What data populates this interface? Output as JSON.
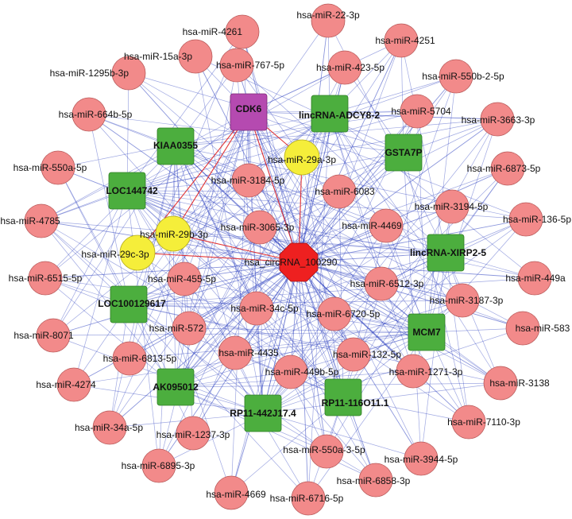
{
  "network": {
    "hub": {
      "label": "hsa_circRNA_100290",
      "color": "#ee2020",
      "kind": "circRNA"
    },
    "colors": {
      "mirna_fill": "#f28a8a",
      "mirna_stroke": "#b85a5a",
      "gene_fill": "#4cae3e",
      "gene_stroke": "#2e7d24",
      "highlight_gene_fill": "#b54ab0",
      "highlight_mirna_fill": "#f5ee3a",
      "edge_blue": "#2b3fbf",
      "edge_red": "#e02020"
    },
    "genes": [
      {
        "id": "g_cdk6",
        "label": "CDK6",
        "highlight": true
      },
      {
        "id": "g_adcy8",
        "label": "lincRNA-ADCY8-2"
      },
      {
        "id": "g_kiaa",
        "label": "KIAA0355"
      },
      {
        "id": "g_gsta7p",
        "label": "GSTA7P"
      },
      {
        "id": "g_loc144742",
        "label": "LOC144742"
      },
      {
        "id": "g_xirp2",
        "label": "lincRNA-XIRP2-5"
      },
      {
        "id": "g_loc100129617",
        "label": "LOC100129617"
      },
      {
        "id": "g_mcm7",
        "label": "MCM7"
      },
      {
        "id": "g_ak095012",
        "label": "AK095012"
      },
      {
        "id": "g_rp11_442",
        "label": "RP11-442J17.4"
      },
      {
        "id": "g_rp11_116",
        "label": "RP11-116O11.1"
      }
    ],
    "highlight_mirnas": [
      {
        "id": "y_29a",
        "label": "hsa-miR-29a-3p"
      },
      {
        "id": "y_29b",
        "label": "hsa-miR-29b-3p"
      },
      {
        "id": "y_29c",
        "label": "hsa-miR-29c-3p"
      }
    ],
    "mirnas": [
      {
        "id": "m4261",
        "label": "hsa-miR-4261"
      },
      {
        "id": "m22",
        "label": "hsa-miR-22-3p"
      },
      {
        "id": "m15a",
        "label": "hsa-miR-15a-3p"
      },
      {
        "id": "m4251",
        "label": "hsa-miR-4251"
      },
      {
        "id": "m1295b",
        "label": "hsa-miR-1295b-3p"
      },
      {
        "id": "m767",
        "label": "hsa-miR-767-5p"
      },
      {
        "id": "m423",
        "label": "hsa-miR-423-5p"
      },
      {
        "id": "m550b2",
        "label": "hsa-miR-550b-2-5p"
      },
      {
        "id": "m664b",
        "label": "hsa-miR-664b-5p"
      },
      {
        "id": "m5704",
        "label": "hsa-miR-5704"
      },
      {
        "id": "m3663",
        "label": "hsa-miR-3663-3p"
      },
      {
        "id": "m550a5",
        "label": "hsa-miR-550a-5p"
      },
      {
        "id": "m6873",
        "label": "hsa-miR-6873-5p"
      },
      {
        "id": "m3184",
        "label": "hsa-miR-3184-5p"
      },
      {
        "id": "m6083",
        "label": "hsa-miR-6083"
      },
      {
        "id": "m4785",
        "label": "hsa-miR-4785"
      },
      {
        "id": "m3194",
        "label": "hsa-miR-3194-5p"
      },
      {
        "id": "m136",
        "label": "hsa-miR-136-5p"
      },
      {
        "id": "m3065",
        "label": "hsa-miR-3065-3p"
      },
      {
        "id": "m4469",
        "label": "hsa-miR-4469"
      },
      {
        "id": "m6515",
        "label": "hsa-miR-6515-5p"
      },
      {
        "id": "m455",
        "label": "hsa-miR-455-5p"
      },
      {
        "id": "m449a",
        "label": "hsa-miR-449a"
      },
      {
        "id": "m6512",
        "label": "hsa-miR-6512-3p"
      },
      {
        "id": "m34c",
        "label": "hsa-miR-34c-5p"
      },
      {
        "id": "m3187",
        "label": "hsa-miR-3187-3p"
      },
      {
        "id": "m8071",
        "label": "hsa-miR-8071"
      },
      {
        "id": "m572",
        "label": "hsa-miR-572"
      },
      {
        "id": "m6720",
        "label": "hsa-miR-6720-5p"
      },
      {
        "id": "m583",
        "label": "hsa-miR-583"
      },
      {
        "id": "m4435",
        "label": "hsa-miR-4435"
      },
      {
        "id": "m6813",
        "label": "hsa-miR-6813-5p"
      },
      {
        "id": "m132",
        "label": "hsa-miR-132-5p"
      },
      {
        "id": "m4274",
        "label": "hsa-miR-4274"
      },
      {
        "id": "m449b",
        "label": "hsa-miR-449b-5p"
      },
      {
        "id": "m1271",
        "label": "hsa-miR-1271-3p"
      },
      {
        "id": "m3138",
        "label": "hsa-miR-3138"
      },
      {
        "id": "m7110",
        "label": "hsa-miR-7110-3p"
      },
      {
        "id": "m34a",
        "label": "hsa-miR-34a-5p"
      },
      {
        "id": "m1237",
        "label": "hsa-miR-1237-3p"
      },
      {
        "id": "m550a3",
        "label": "hsa-miR-550a-3-5p"
      },
      {
        "id": "m3944",
        "label": "hsa-miR-3944-5p"
      },
      {
        "id": "m6895",
        "label": "hsa-miR-6895-3p"
      },
      {
        "id": "m6858",
        "label": "hsa-miR-6858-3p"
      },
      {
        "id": "m4669",
        "label": "hsa-miR-4669"
      },
      {
        "id": "m6716",
        "label": "hsa-miR-6716-5p"
      }
    ],
    "red_edges": [
      [
        "g_cdk6",
        "y_29a"
      ],
      [
        "g_cdk6",
        "y_29b"
      ],
      [
        "g_cdk6",
        "y_29c"
      ],
      [
        "hub",
        "y_29a"
      ],
      [
        "hub",
        "y_29b"
      ],
      [
        "hub",
        "y_29c"
      ],
      [
        "g_cdk6",
        "hub"
      ]
    ]
  }
}
